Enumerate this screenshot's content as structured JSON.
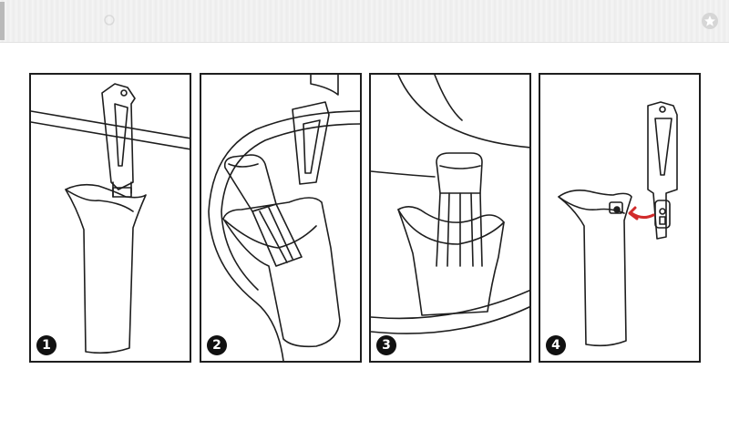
{
  "header": {
    "star_icon": "star-icon"
  },
  "steps": [
    {
      "number": "1"
    },
    {
      "number": "2"
    },
    {
      "number": "3"
    },
    {
      "number": "4"
    }
  ],
  "colors": {
    "line": "#1e1e1e",
    "arrow": "#d12b2b",
    "badge": "#111111"
  }
}
